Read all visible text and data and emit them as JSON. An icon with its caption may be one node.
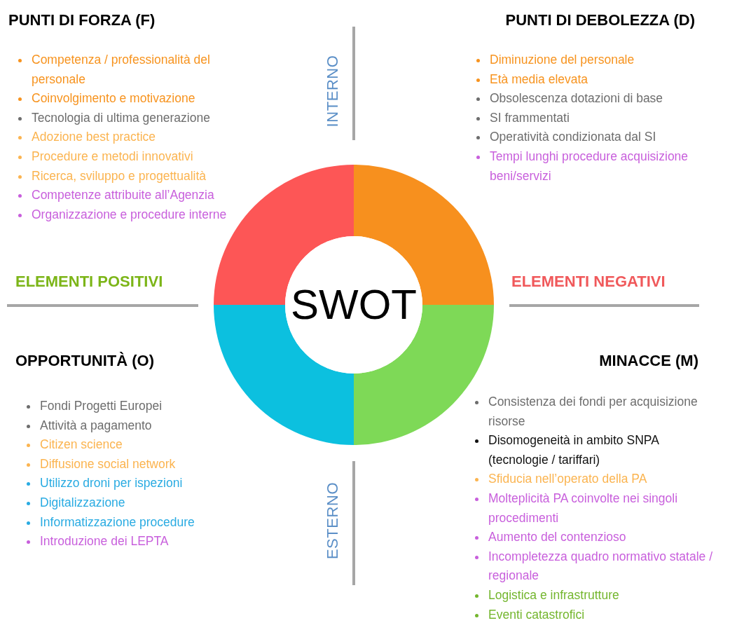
{
  "diagram": {
    "nodes": [
      {
        "text": [
          "SWOT"
        ]
      }
    ],
    "labels": [
      "PUNTI DI FORZA (F)",
      "Competenza / professionalità del personale",
      "Coinvolgimento e motivazione",
      "Tecnologia di ultima generazione",
      "Adozione best practice",
      "Procedure e metodi innovativi",
      "Ricerca, sviluppo e progettualità",
      "Competenze attribuite all’Agenzia",
      "Organizzazione e procedure interne",
      "PUNTI DI DEBOLEZZA (D)",
      "Diminuzione del personale",
      "Età media elevata",
      "Obsolescenza dotazioni di base",
      "SI frammentati",
      "Operatività condizionata dal SI",
      "Tempi lunghi procedure acquisizione beni/servizi",
      "INTERNO",
      "ELEMENTI POSITIVI",
      "ELEMENTI NEGATIVI",
      "OPPORTUNITÀ (O)",
      "Fondi Progetti Europei",
      "Attività a pagamento",
      "Citizen science",
      "Diffusione social network",
      "Utilizzo droni per ispezioni",
      "Digitalizzazione",
      "Informatizzazione procedure",
      "Introduzione dei LEPTA",
      "MINACCE (M)",
      "Consistenza dei fondi per acquisizione risorse",
      "Disomogeneità in ambito SNPA (tecnologie / tariffari)",
      "Sfiducia nell’operato della PA",
      "Molteplicità PA coinvolte nei singoli procedimenti",
      "Aumento del contenzioso",
      "Incompletezza quadro normativo statale / regionale",
      "Logistica e infrastrutture",
      "Eventi catastrofici",
      "ESTERNO"
    ]
  }
}
